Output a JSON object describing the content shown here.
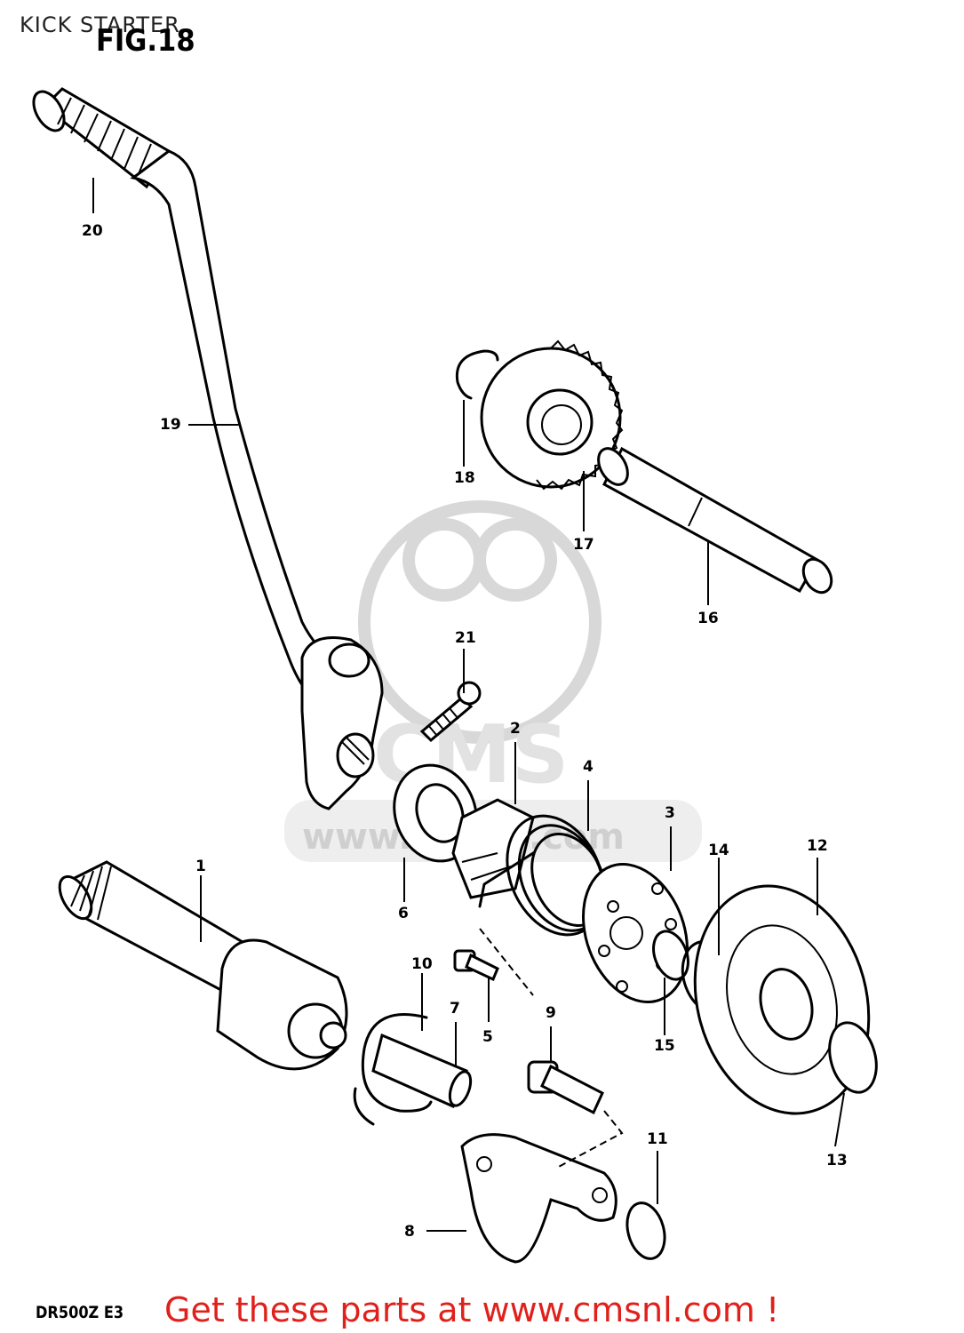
{
  "header": {
    "title": "KICK STARTER",
    "figure": "FIG.18"
  },
  "parts": [
    {
      "num": "1"
    },
    {
      "num": "2"
    },
    {
      "num": "3"
    },
    {
      "num": "4"
    },
    {
      "num": "5"
    },
    {
      "num": "6"
    },
    {
      "num": "7"
    },
    {
      "num": "8"
    },
    {
      "num": "9"
    },
    {
      "num": "10"
    },
    {
      "num": "11"
    },
    {
      "num": "12"
    },
    {
      "num": "13"
    },
    {
      "num": "14"
    },
    {
      "num": "15"
    },
    {
      "num": "16"
    },
    {
      "num": "17"
    },
    {
      "num": "18"
    },
    {
      "num": "19"
    },
    {
      "num": "20"
    },
    {
      "num": "21"
    }
  ],
  "footer": {
    "model": "DR500Z E3",
    "promo": "Get these parts at www.cmsnl.com !"
  },
  "watermark": {
    "text": "CMS",
    "url_text": "www.cmsnl.com"
  },
  "colors": {
    "promo": "#e0201b",
    "line": "#000000",
    "watermark": "#d8d8d8"
  }
}
